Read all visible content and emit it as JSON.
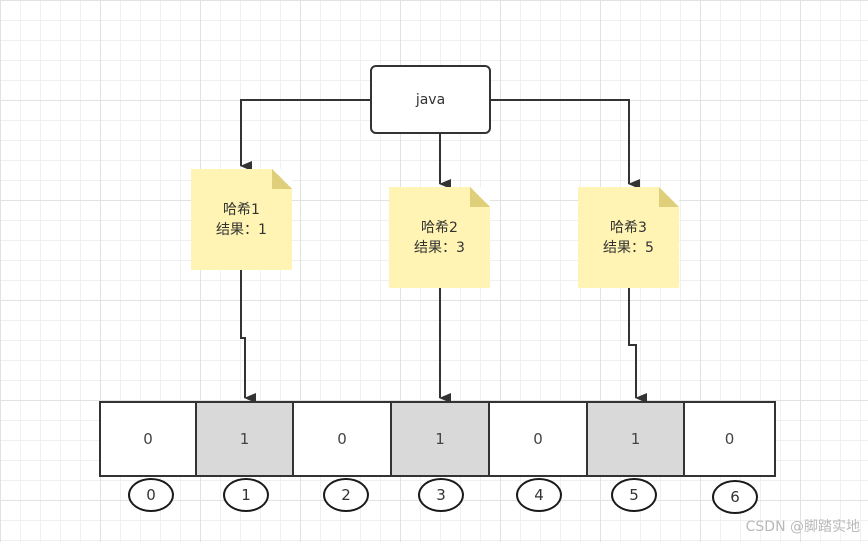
{
  "source": {
    "label": "java"
  },
  "hash_notes": [
    {
      "line1": "哈希1",
      "line2": "结果：1"
    },
    {
      "line1": "哈希2",
      "line2": "结果：3"
    },
    {
      "line1": "哈希3",
      "line2": "结果：5"
    }
  ],
  "bit_array": {
    "cells": [
      "0",
      "1",
      "0",
      "1",
      "0",
      "1",
      "0"
    ],
    "indices": [
      "0",
      "1",
      "2",
      "3",
      "4",
      "5",
      "6"
    ],
    "set_bits": [
      1,
      3,
      5
    ]
  },
  "colors": {
    "note_fill": "#fff4b3",
    "set_cell_fill": "#d9d9d9",
    "stroke": "#333333"
  },
  "watermark": "CSDN @脚踏实地"
}
